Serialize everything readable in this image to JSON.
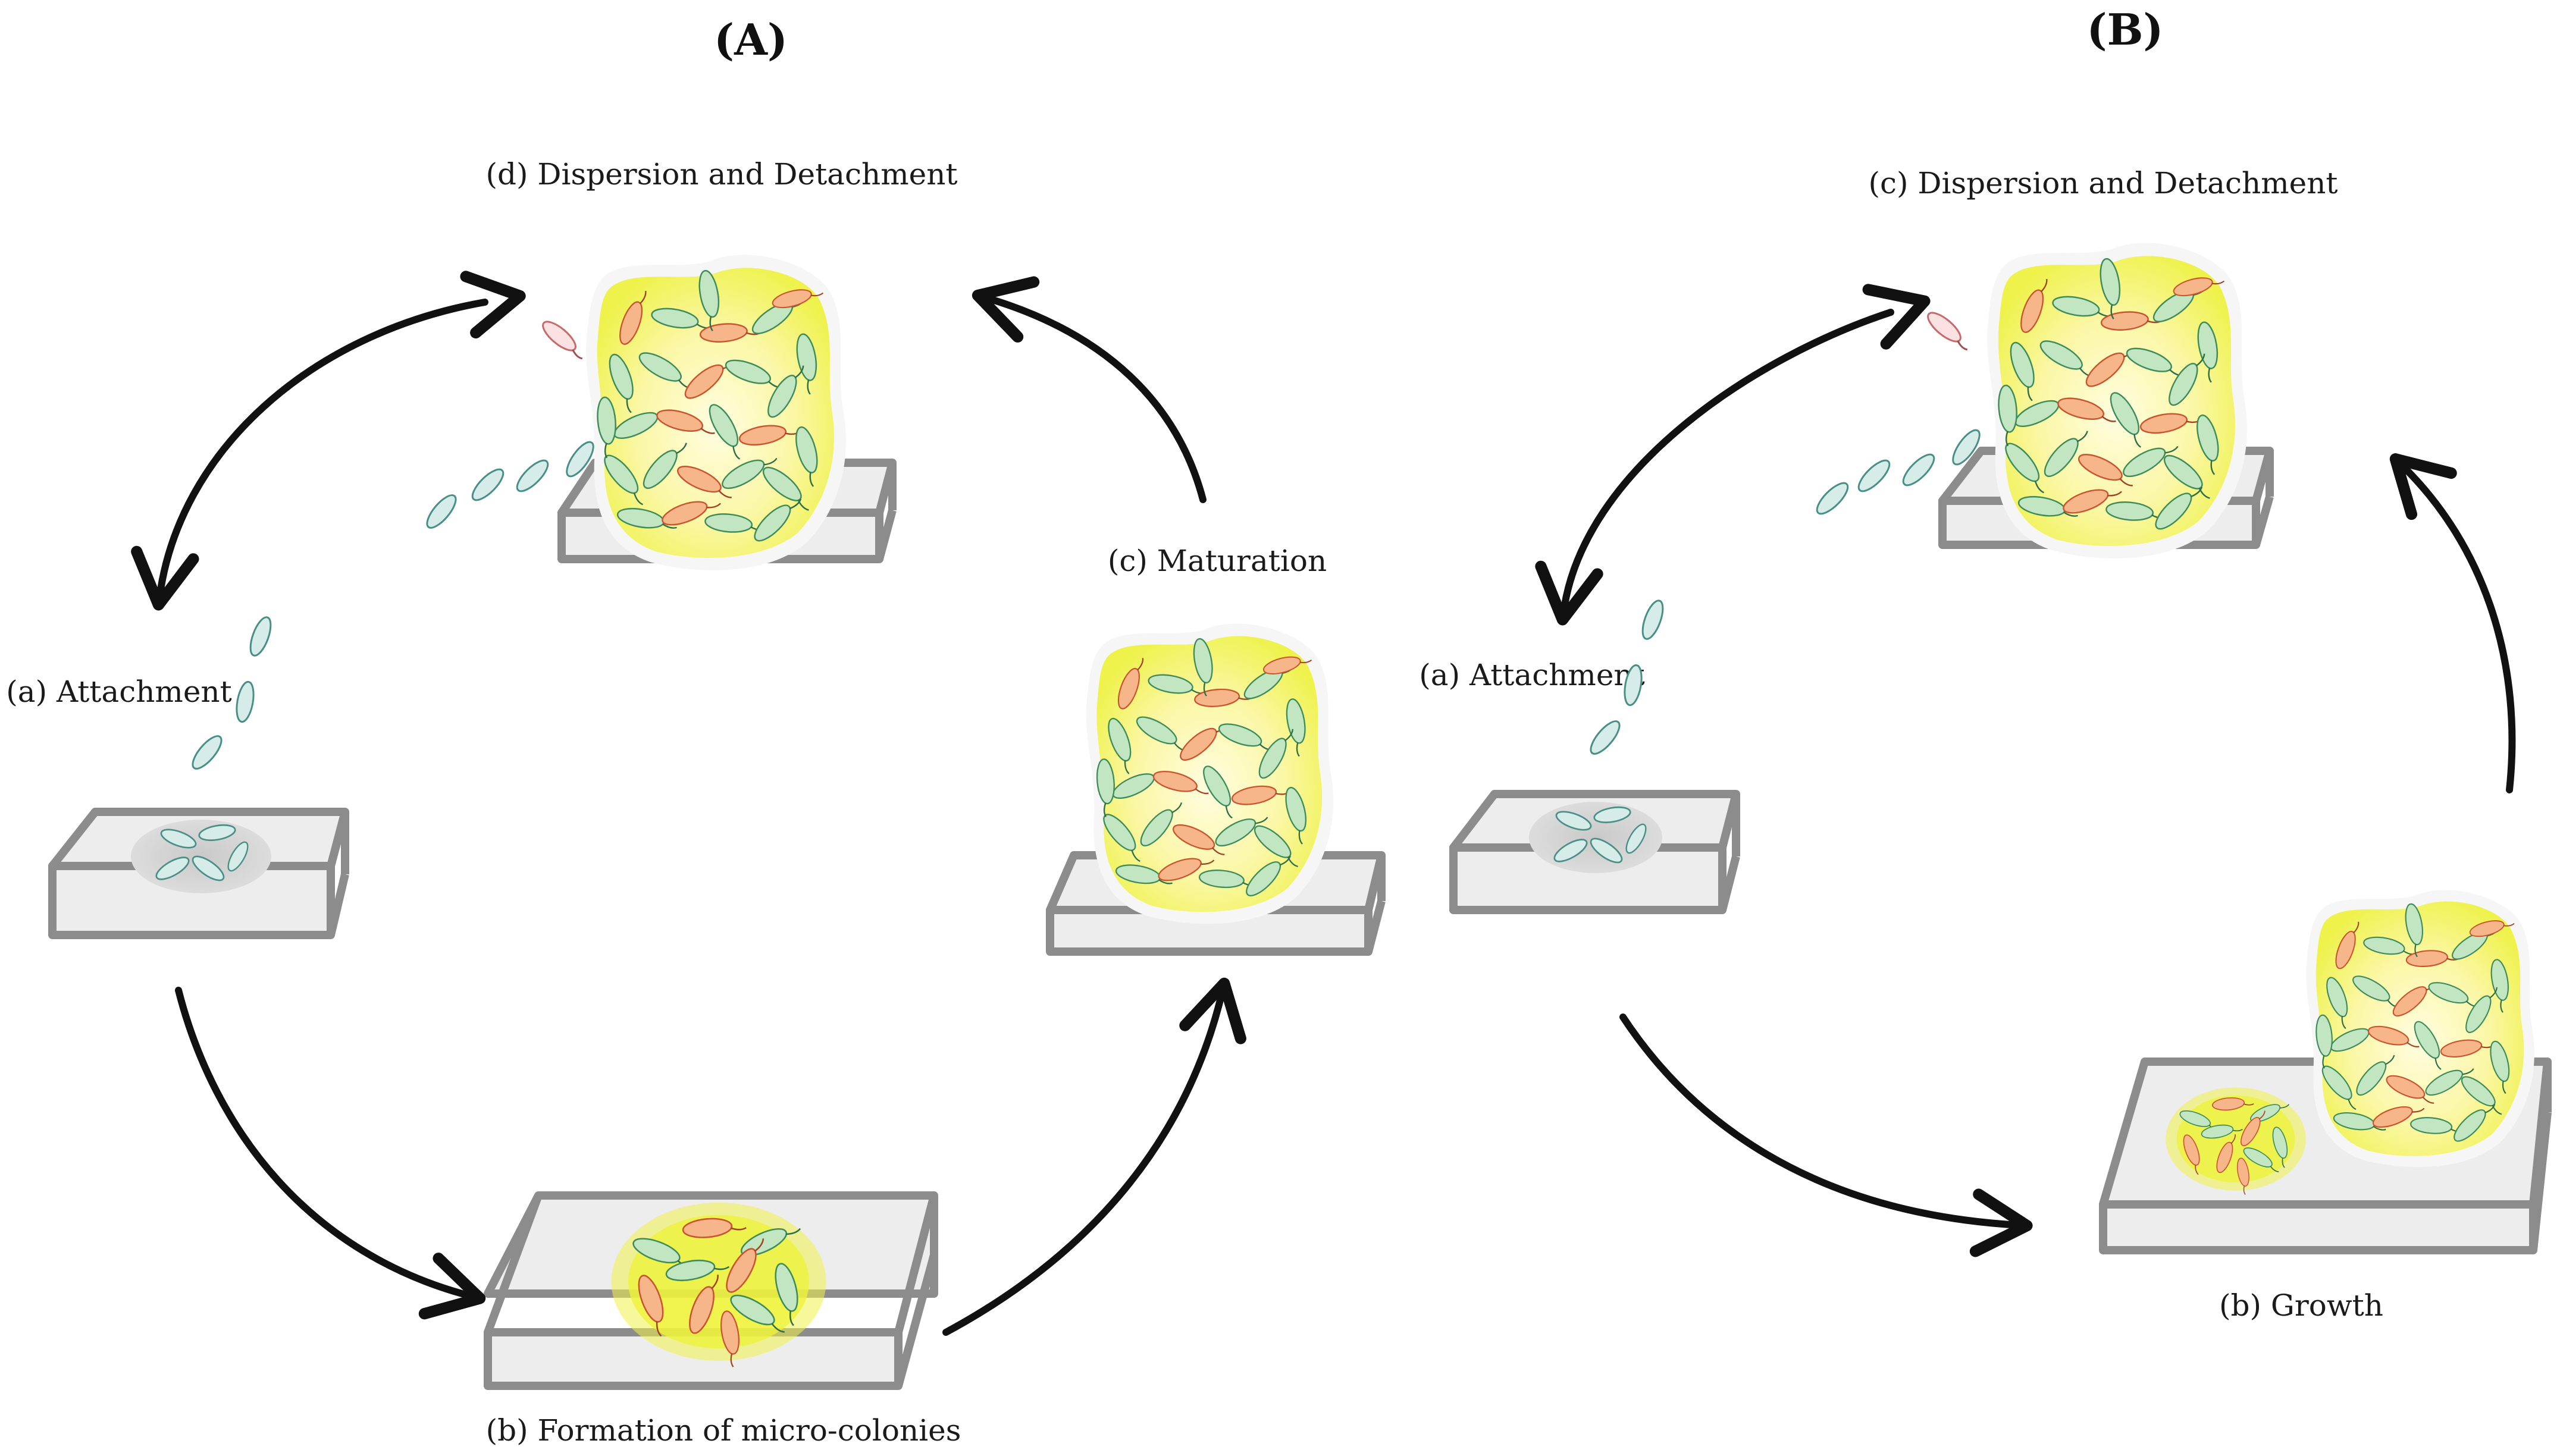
{
  "panel_a": {
    "title": "(A)",
    "stages": {
      "attachment": "(a) Attachment",
      "microcolonies": "(b) Formation of micro-colonies",
      "maturation": "(c) Maturation",
      "dispersion": "(d) Dispersion and Detachment"
    }
  },
  "panel_b": {
    "title": "(B)",
    "stages": {
      "attachment": "(a) Attachment",
      "growth": "(b) Growth",
      "dispersion": "(c) Dispersion and Detachment"
    }
  },
  "colors": {
    "matrix": "#f2f56a",
    "matrix_glow": "#fbfcc8",
    "green_cell": "#bfe3c0",
    "orange_cell": "#f7b98e",
    "teal_cell": "#cfe8e4",
    "substrate_top": "#ebebeb",
    "substrate_edge": "#8c8c8c"
  }
}
